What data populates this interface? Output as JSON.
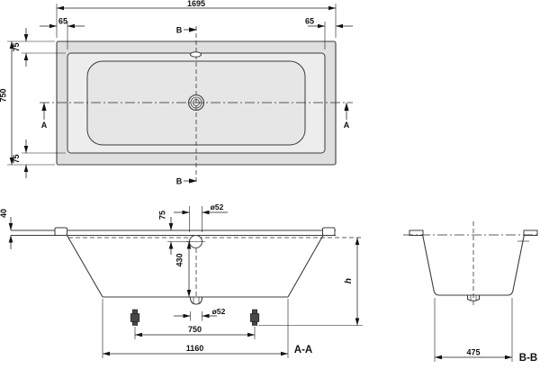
{
  "top_view": {
    "overall_length": "1695",
    "rim_offset_left": "65",
    "rim_offset_right": "65",
    "overall_width": "750",
    "rim_offset_top": "75",
    "rim_offset_bottom": "75",
    "section_a_label": "A",
    "section_b_label": "B"
  },
  "section_aa": {
    "label": "A-A",
    "rim_height": "40",
    "overflow_diameter": "ø52",
    "overflow_center_offset": "75",
    "depth_to_bottom": "430",
    "drain_diameter": "ø52",
    "feet_spacing": "750",
    "bottom_length": "1160",
    "height_label": "h"
  },
  "section_bb": {
    "label": "B-B",
    "bottom_width": "475"
  },
  "colors": {
    "tub_fill": "#dfdfdf",
    "rim_fill": "#ededed",
    "basin_fill": "#e6e6e6",
    "line": "#3c3c3c",
    "dimension": "#1a1a1a"
  }
}
